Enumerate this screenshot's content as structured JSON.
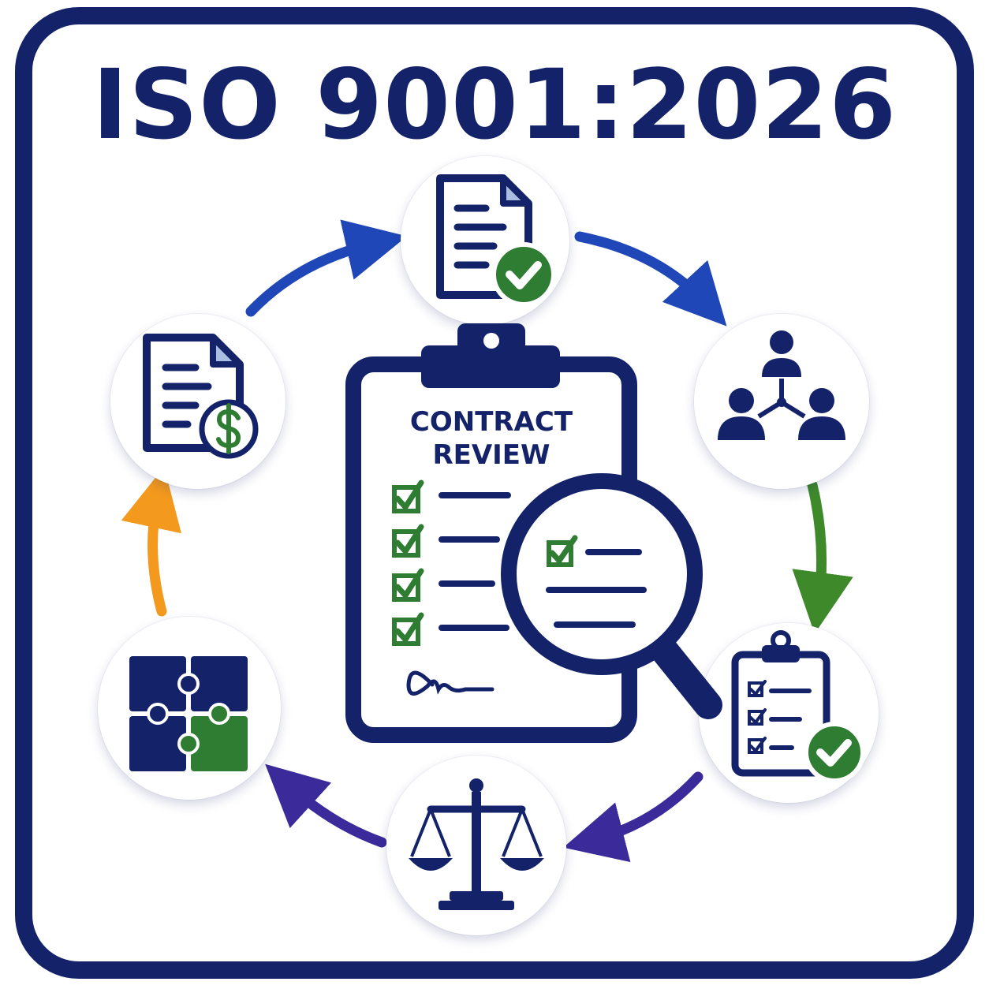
{
  "header": {
    "title": "ISO 9001:2026"
  },
  "center": {
    "heading_line1": "CONTRACT",
    "heading_line2": "REVIEW"
  },
  "steps": [
    {
      "icon": "document-check-icon"
    },
    {
      "icon": "team-hierarchy-icon"
    },
    {
      "icon": "checklist-approved-icon"
    },
    {
      "icon": "scales-of-justice-icon"
    },
    {
      "icon": "puzzle-pieces-icon"
    },
    {
      "icon": "invoice-dollar-icon"
    }
  ],
  "colors": {
    "navy": "#14226a",
    "green": "#2e7d32",
    "blue_arrow": "#1f47b8",
    "green_arrow": "#3e8a2b",
    "purple_arrow": "#3b2a9a",
    "orange_arrow": "#f39a1e",
    "doc_fold": "#a9bee0"
  }
}
